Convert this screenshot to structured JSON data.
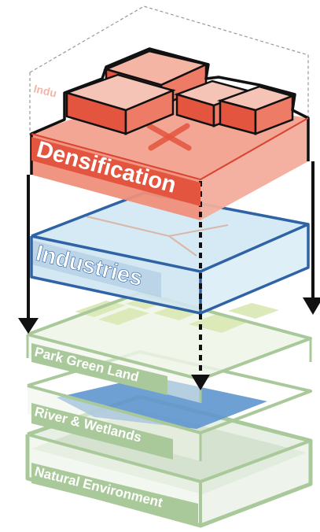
{
  "colors": {
    "densification": "#e4553f",
    "industries": "#2f63a6",
    "industries_fill": "#cfe6f3",
    "green": "#a9c99b",
    "water": "#5f96cf",
    "arrow": "#111111"
  },
  "layers": {
    "densification": {
      "label": "Densification",
      "ghost_label": "Indu"
    },
    "industries": {
      "label": "Industries"
    },
    "park": {
      "label": "Park Green Land"
    },
    "river": {
      "label": "River & Wetlands"
    },
    "natural": {
      "label": "Natural Environment"
    }
  },
  "icons": {
    "x_mark": "x-mark-icon",
    "arrows": "down-arrow-icon"
  }
}
